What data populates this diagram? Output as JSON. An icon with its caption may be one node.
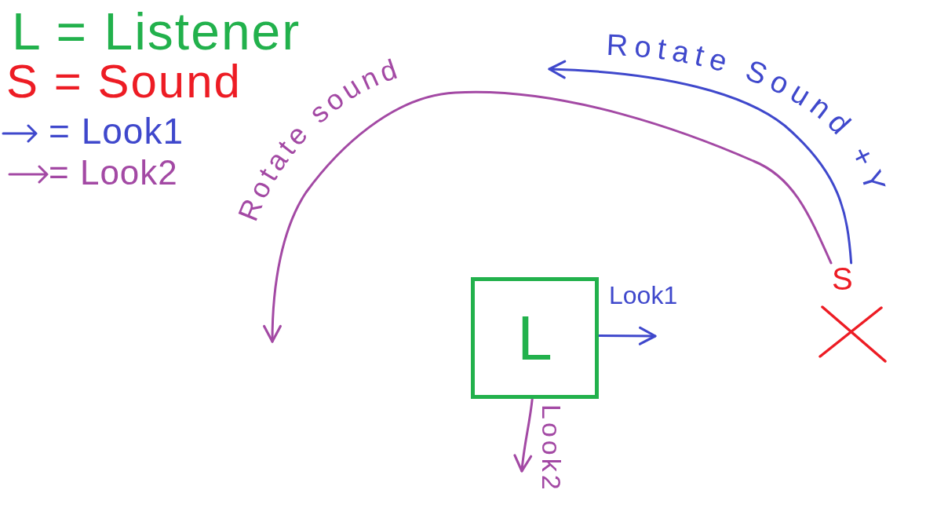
{
  "diagram": {
    "nodes": [
      {
        "text": [
          "L"
        ]
      },
      {
        "text": [
          "S"
        ]
      }
    ],
    "edges": [
      {
        "from": 0,
        "to": null,
        "arrow": "to",
        "label": "Look1",
        "color": "#3f48cc"
      },
      {
        "from": 0,
        "to": null,
        "arrow": "to",
        "label": "Look2",
        "color": "#a349a4"
      },
      {
        "from": 1,
        "to": null,
        "arrow": "to",
        "label": "Rotate sound",
        "color": "#a349a4"
      },
      {
        "from": 1,
        "to": null,
        "arrow": "to",
        "label": "Rotate Sound +Y",
        "color": "#3f48cc"
      }
    ],
    "legend": [
      {
        "text": "L = Listener"
      },
      {
        "text": "S = Sound"
      },
      {
        "text": "= Look1"
      },
      {
        "text": "= Look2"
      }
    ]
  }
}
